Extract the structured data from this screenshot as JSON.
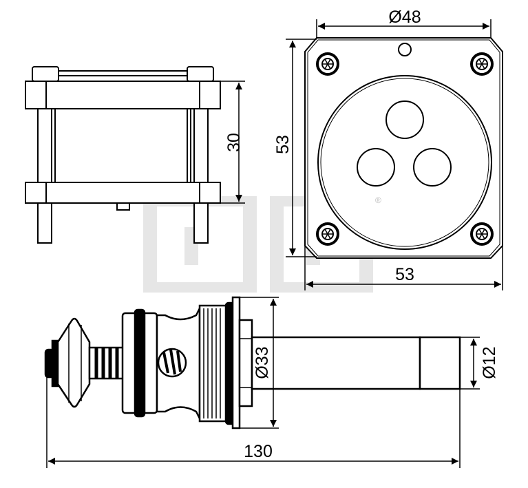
{
  "drawing": {
    "dimensions": {
      "plate_diameter": "Ø48",
      "frame_height": "30",
      "plate_height": "53",
      "plate_width": "53",
      "flange_diameter": "Ø33",
      "shaft_diameter": "Ø12",
      "overall_length": "130"
    },
    "watermark": {
      "registered_mark": "®"
    },
    "colors": {
      "line": "#000000",
      "watermark": "#e6e6e6"
    }
  }
}
